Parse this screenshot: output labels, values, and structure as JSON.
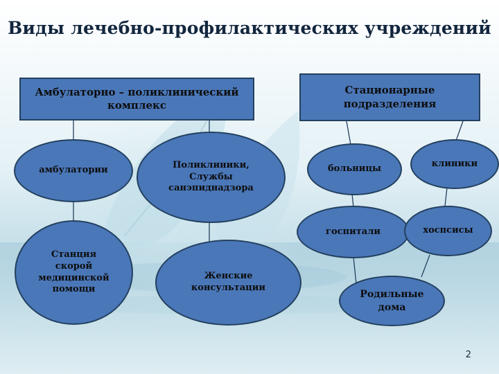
{
  "title": "Виды лечебно-профилактических учреждений",
  "page_number": "2",
  "colors": {
    "node_fill": "#4a77b8",
    "node_border": "#23405f",
    "title": "#12263e"
  },
  "left_group": {
    "header": "Амбулаторно – поликлинический комплекс",
    "nodes": {
      "ambulatorii": "амбулатории",
      "polikliniki": "Поликлиники,\nСлужбы\nсанэпиднадзора",
      "skoraya": "Станция\nскорой\nмедицинской\nпомощи",
      "zhenskie": "Женские\nконсультации"
    }
  },
  "right_group": {
    "header": "Стационарные подразделения",
    "nodes": {
      "bolnitsy": "больницы",
      "kliniki": "клиники",
      "gospitali": "госпитали",
      "hospisy": "хоспсисы",
      "roddoma": "Родильные\nдома"
    }
  }
}
